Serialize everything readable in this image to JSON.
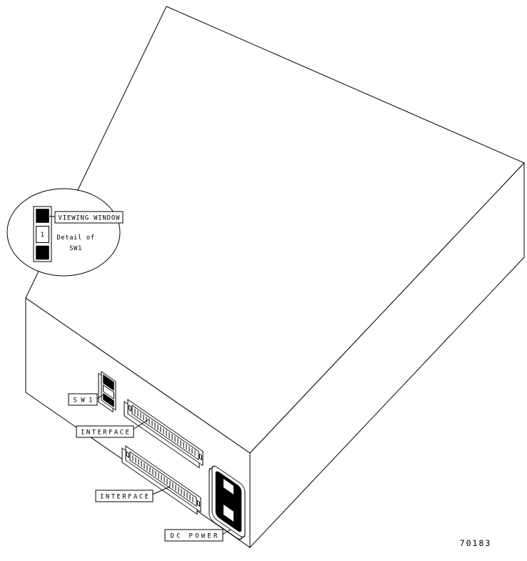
{
  "figure": {
    "id_number": "70183"
  },
  "detail_callout": {
    "viewing_window_label": "VIEWING WINDOW",
    "caption_line1": "Detail of",
    "caption_line2": "SW1",
    "switch_position": "1"
  },
  "rear_panel": {
    "sw1_label": "SW1",
    "interface_upper_label": "INTERFACE",
    "interface_lower_label": "INTERFACE",
    "dc_power_label": "DC POWER"
  },
  "colors": {
    "line": "#000000",
    "background": "#ffffff"
  }
}
